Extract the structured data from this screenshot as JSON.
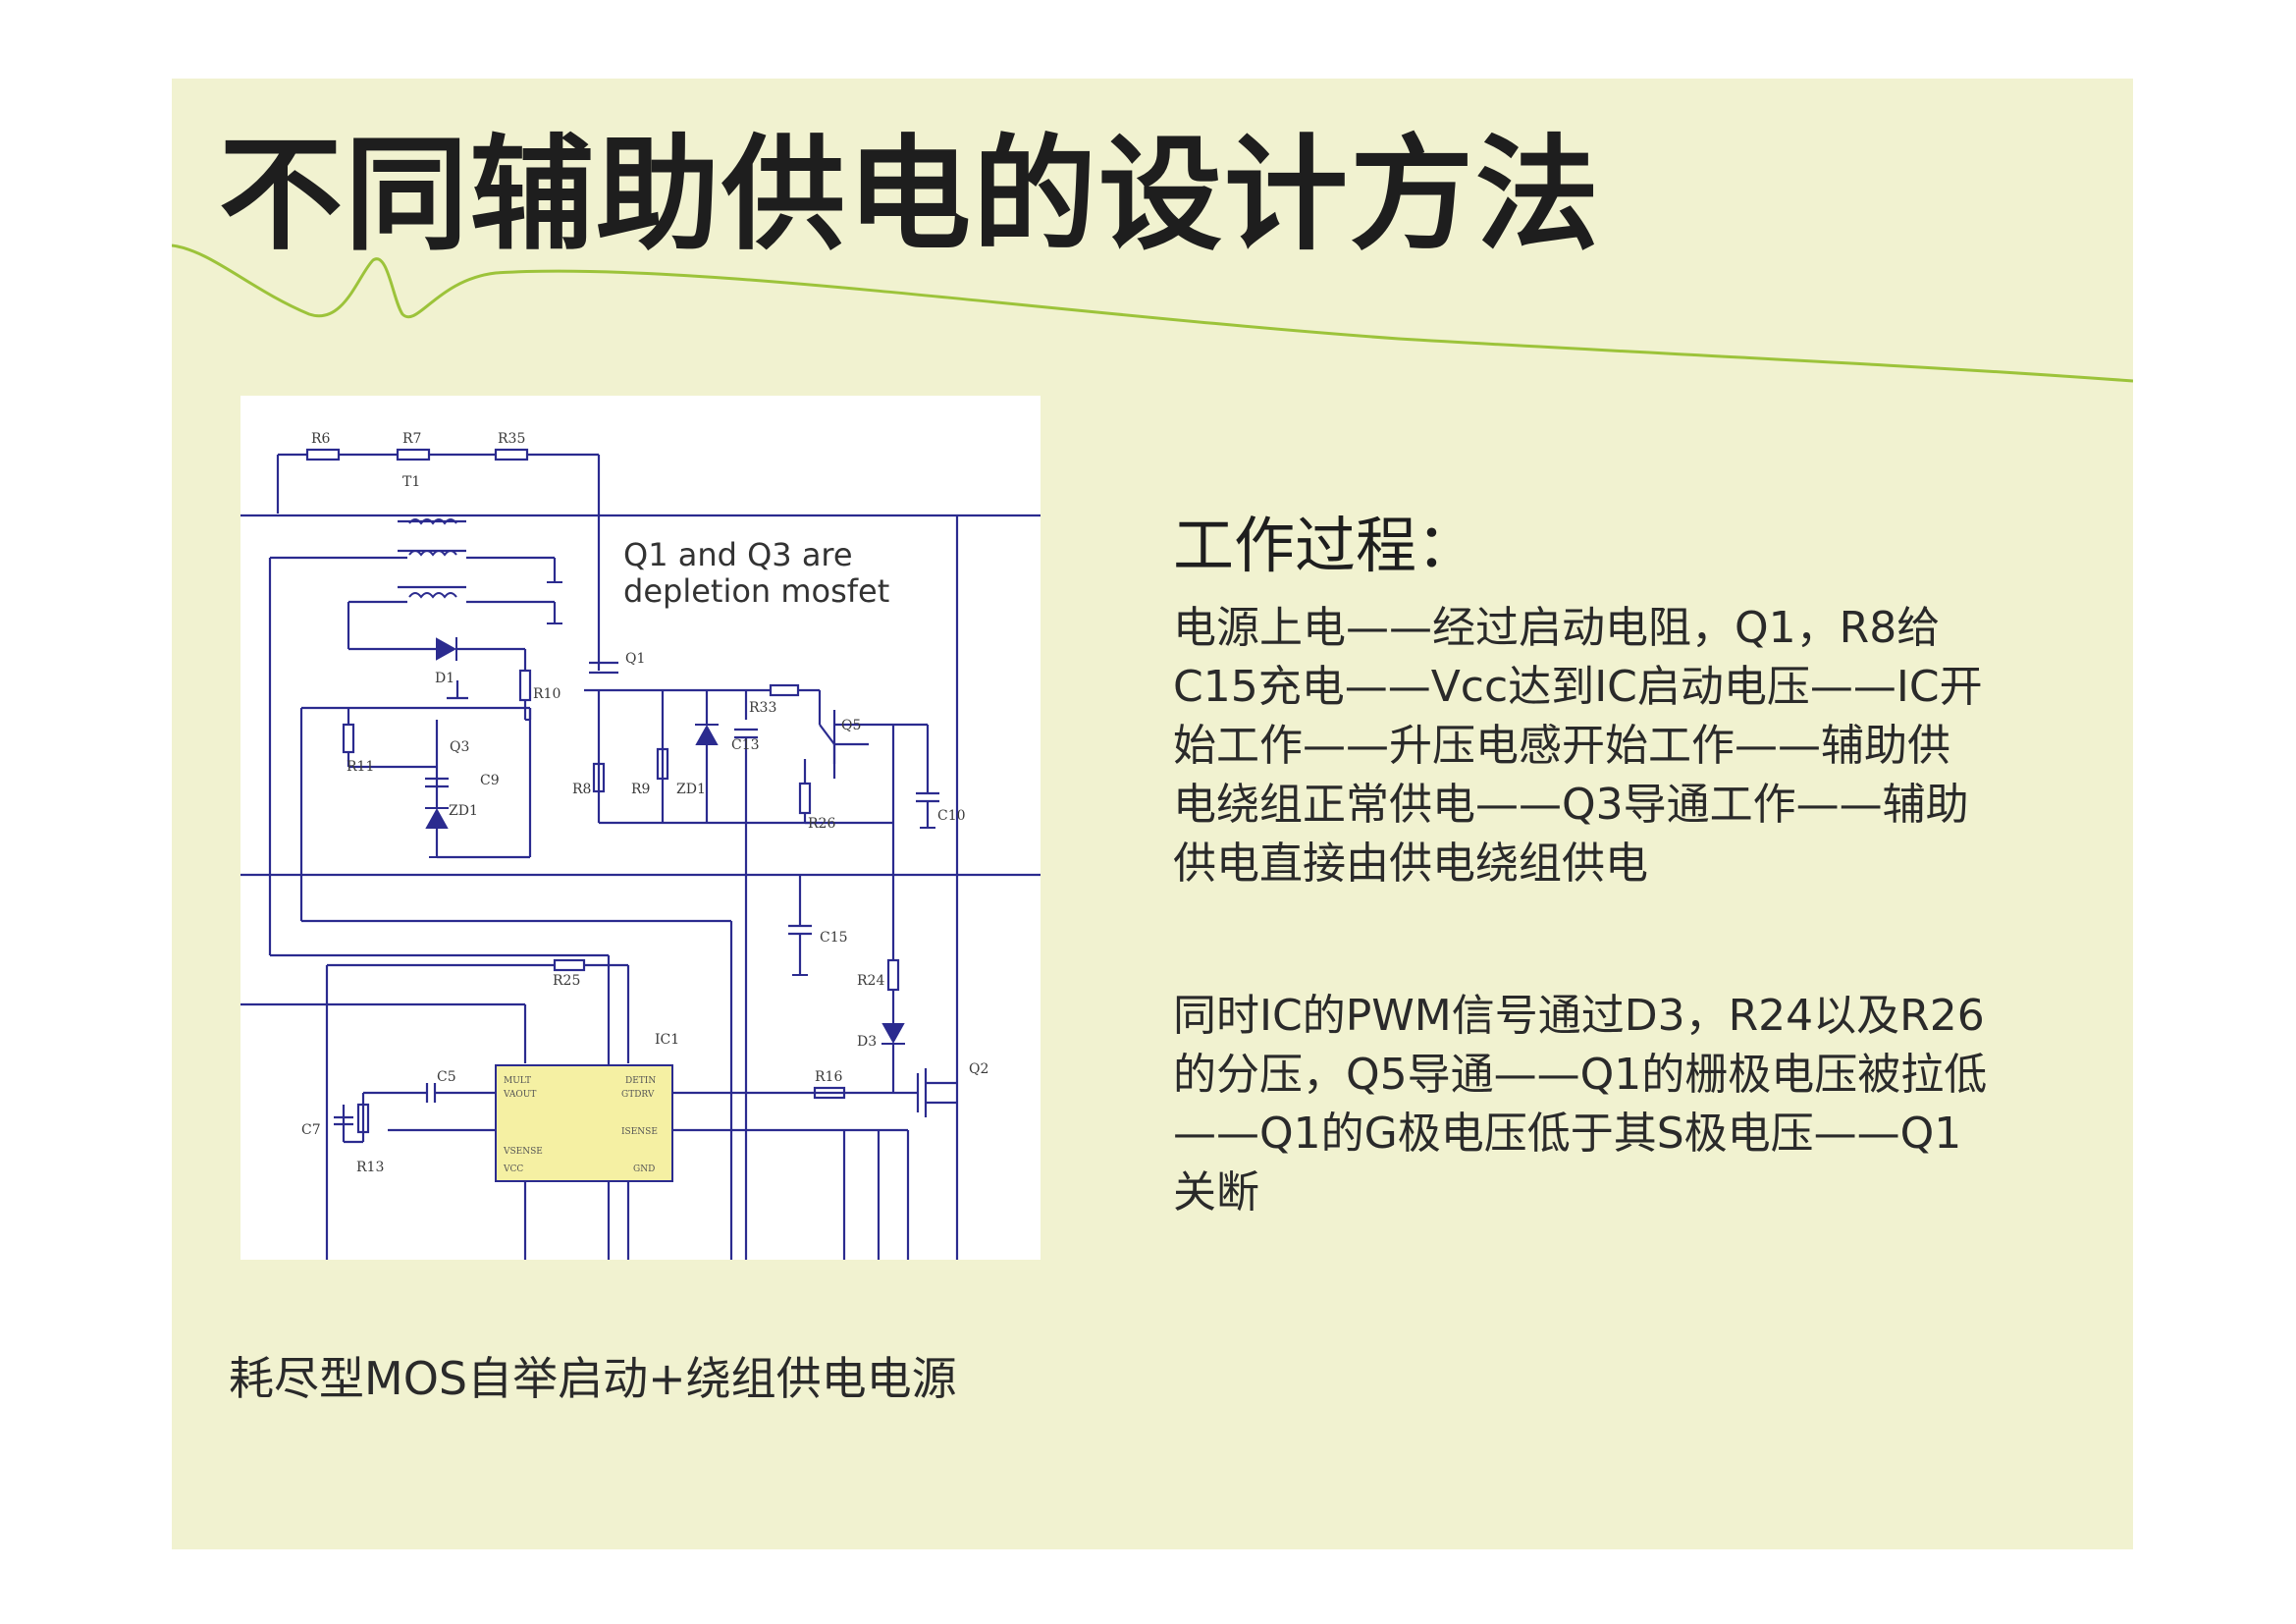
{
  "slide": {
    "title": "不同辅助供电的设计方法",
    "heading": "工作过程：",
    "paragraph1": "电源上电——经过启动电阻，Q1，R8给C15充电——Vcc达到IC启动电压——IC开始工作——升压电感开始工作——辅助供电绕组正常供电——Q3导通工作——辅助供电直接由供电绕组供电",
    "paragraph2": "同时IC的PWM信号通过D3，R24以及R26的分压，Q5导通——Q1的栅极电压被拉低——Q1的G极电压低于其S极电压——Q1关断",
    "caption": "耗尽型MOS自举启动+绕组供电电源",
    "colors": {
      "background": "#f1f2d0",
      "accent_wave": "#9cc33a",
      "wire": "#2b2b8f"
    }
  },
  "schematic": {
    "note_line1": "Q1 and Q3 are",
    "note_line2": "depletion mosfet",
    "labels": {
      "r6": "R6",
      "r7": "R7",
      "r35": "R35",
      "t1": "T1",
      "d1": "D1",
      "q1": "Q1",
      "r10": "R10",
      "r11": "R11",
      "q3": "Q3",
      "c9": "C9",
      "zd1a": "ZD1",
      "r8": "R8",
      "r9": "R9",
      "zd1b": "ZD1",
      "c13": "C13",
      "r33": "R33",
      "q5": "Q5",
      "r26": "R26",
      "c10": "C10",
      "c15": "C15",
      "r25": "R25",
      "ic1": "IC1",
      "r24": "R24",
      "d3": "D3",
      "r16": "R16",
      "q2": "Q2",
      "c5": "C5",
      "c7": "C7",
      "r13": "R13",
      "ic_pin1": "MULT",
      "ic_pin2": "VAOUT",
      "ic_pin3": "VSENSE",
      "ic_pin4": "VCC",
      "ic_pin5": "DETIN",
      "ic_pin6": "GTDRV",
      "ic_pin7": "ISENSE",
      "ic_pin8": "GND"
    }
  }
}
